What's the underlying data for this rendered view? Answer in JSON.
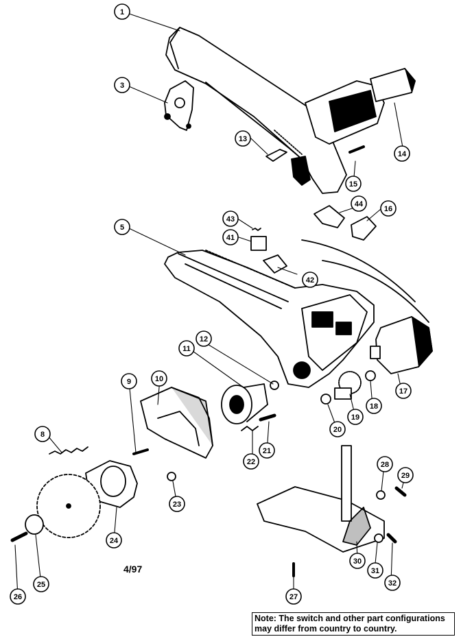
{
  "diagram": {
    "callouts": [
      "1",
      "3",
      "13",
      "14",
      "15",
      "5",
      "43",
      "41",
      "44",
      "16",
      "42",
      "12",
      "11",
      "10",
      "9",
      "8",
      "17",
      "18",
      "19",
      "20",
      "22",
      "21",
      "23",
      "24",
      "25",
      "26",
      "28",
      "29",
      "30",
      "31",
      "32",
      "27"
    ]
  },
  "date_mark": "4/97",
  "note": {
    "line1": "Note: The switch and other part configurations",
    "line2": "may differ from country to country."
  }
}
